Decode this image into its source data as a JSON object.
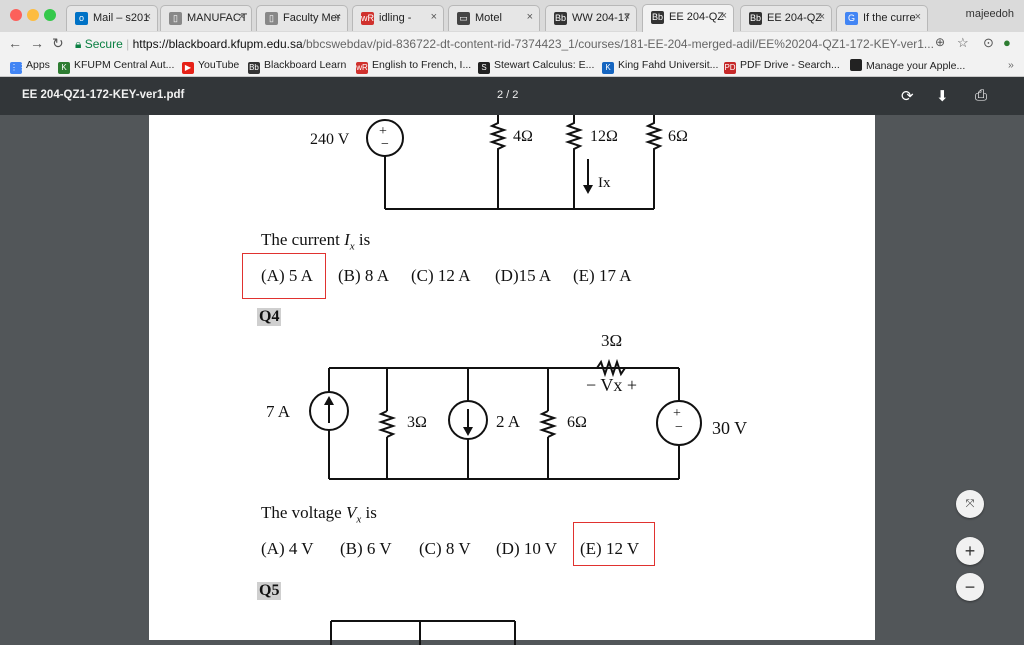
{
  "tabs": [
    {
      "label": "Mail – s201",
      "fav": "o",
      "favColor": "#0072c6"
    },
    {
      "label": "MANUFACT",
      "fav": "▯",
      "favColor": "#888"
    },
    {
      "label": "Faculty Mer",
      "fav": "▯",
      "favColor": "#888"
    },
    {
      "label": "idling - ",
      "fav": "wR",
      "favColor": "#d0312d"
    },
    {
      "label": "Motel ",
      "fav": "▭",
      "favColor": "#444"
    },
    {
      "label": "WW 204-17",
      "fav": "Bb",
      "favColor": "#333"
    },
    {
      "label": "EE 204-QZ",
      "fav": "Bb",
      "favColor": "#333"
    },
    {
      "label": "EE 204-QZ",
      "fav": "Bb",
      "favColor": "#333"
    },
    {
      "label": "If the curre",
      "fav": "G",
      "favColor": "#4285f4"
    }
  ],
  "profile": "majeedoh",
  "address": {
    "secure": "Secure",
    "host": "https://blackboard.kfupm.edu.sa",
    "path": "/bbcswebdav/pid-836722-dt-content-rid-7374423_1/courses/181-EE-204-merged-adil/EE%20204-QZ1-172-KEY-ver1..."
  },
  "bookmarks": [
    {
      "label": "Apps",
      "icon": "⋮⋮",
      "color": "#4285f4"
    },
    {
      "label": "KFUPM Central Aut...",
      "icon": "K",
      "color": "#2e7d32"
    },
    {
      "label": "YouTube",
      "icon": "▶",
      "color": "#e62117"
    },
    {
      "label": "Blackboard Learn",
      "icon": "Bb",
      "color": "#333"
    },
    {
      "label": "English to French, I...",
      "icon": "wR",
      "color": "#d0312d"
    },
    {
      "label": "Stewart Calculus: E...",
      "icon": "S",
      "color": "#222"
    },
    {
      "label": "King Fahd Universit...",
      "icon": "K",
      "color": "#1565c0"
    },
    {
      "label": "PDF Drive - Search...",
      "icon": "PD",
      "color": "#c62828"
    },
    {
      "label": "Manage your Apple...",
      "icon": "",
      "color": "#222"
    }
  ],
  "pdf": {
    "title": "EE 204-QZ1-172-KEY-ver1.pdf",
    "pages": "2 / 2"
  },
  "doc": {
    "c1": {
      "src": "240 V",
      "r1": "4Ω",
      "r2": "12Ω",
      "r3": "6Ω",
      "ix": "Ix",
      "plus": "+",
      "minus": "−"
    },
    "q3_prefix": "The current ",
    "q3_var": "I",
    "q3_sub": "x",
    "q3_suffix": " is",
    "q3_options": [
      "(A) 5 A",
      "(B) 8 A",
      "(C) 12 A",
      "(D)15 A",
      "(E) 17 A"
    ],
    "q4_label": "Q4",
    "c2": {
      "src": "7 A",
      "r1": "3Ω",
      "cs": "2 A",
      "r2": "6Ω",
      "rtop": "3Ω",
      "vx": "− Vx +",
      "vs": "30 V",
      "plus": "+",
      "minus": "−"
    },
    "q4_prefix": "The voltage ",
    "q4_var": "V",
    "q4_sub": "x",
    "q4_suffix": " is",
    "q4_options": [
      "(A) 4 V",
      "(B) 6 V",
      "(C) 8 V",
      "(D) 10 V",
      "(E) 12 V"
    ],
    "q5_label": "Q5"
  },
  "colors": {
    "answer_box": "#e0322f",
    "toolbar": "#323639",
    "viewer_bg": "#525659"
  }
}
